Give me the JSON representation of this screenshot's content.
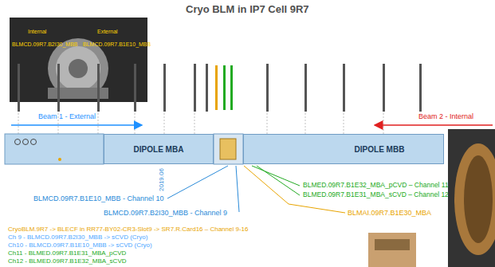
{
  "diagram": {
    "title": "Cryo BLM in IP7 Cell 9R7",
    "nodes": [
      {
        "text": [
          "DIPOLE MBA"
        ]
      },
      {
        "text": [
          "DIPOLE MBB"
        ]
      }
    ],
    "labels": [
      "Internal",
      "External",
      "BLMCD.09R7.B2I30_MBB",
      "BLMCD.09R7.B1E10_MBB",
      "Beam 1 - External",
      "Beam 2 - Internal",
      "2019.06",
      "BLMCD.09R7.B1E10_MBB - Channel 10",
      "BLMCD.09R7.B2I30_MBB - Channel 9",
      "BLMED.09R7.B1E32_MBA_pCVD – Channel 11",
      "BLMED.09R7.B1E31_MBA_sCVD – Channel 12",
      "BLMAI.09R7.B1E30_MBA",
      "CryoBLM.9R7 -> BLECF in RR77-BY02-CR3-Slot9 -> SR7.R.Card16 – Channel 9-16",
      "Ch 9 - BLMCD.09R7.B2I30_MBB -> sCVD (Cryo)",
      "Ch10 - BLMCD.09R7.B1E10_MBB -> sCVD (Cryo)",
      "Ch11 - BLMED.09R7.B1E31_MBA_pCVD",
      "Ch12 - BLMED.09R7.B1E32_MBA_sCVD"
    ]
  }
}
